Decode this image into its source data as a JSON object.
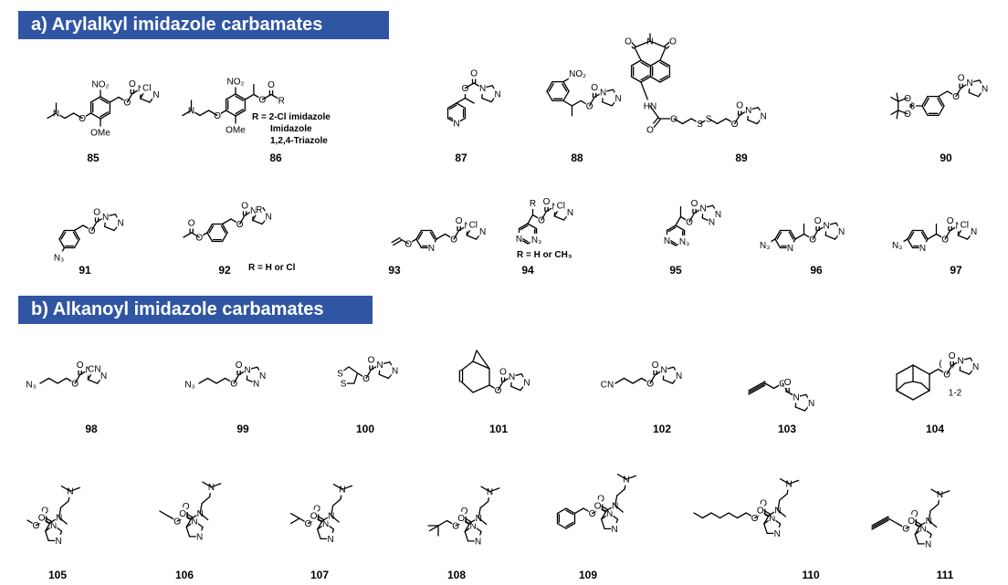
{
  "sections": [
    {
      "id": "a",
      "title": "a) Arylalkyl imidazole carbamates"
    },
    {
      "id": "b",
      "title": "b)  Alkanoyl imidazole carbamates"
    }
  ],
  "compounds": [
    {
      "label": "85"
    },
    {
      "label": "86"
    },
    {
      "label": "87"
    },
    {
      "label": "88"
    },
    {
      "label": "89"
    },
    {
      "label": "90"
    },
    {
      "label": "91"
    },
    {
      "label": "92"
    },
    {
      "label": "93"
    },
    {
      "label": "94"
    },
    {
      "label": "95"
    },
    {
      "label": "96"
    },
    {
      "label": "97"
    },
    {
      "label": "98"
    },
    {
      "label": "99"
    },
    {
      "label": "100"
    },
    {
      "label": "101"
    },
    {
      "label": "102"
    },
    {
      "label": "103"
    },
    {
      "label": "104"
    },
    {
      "label": "105"
    },
    {
      "label": "106"
    },
    {
      "label": "107"
    },
    {
      "label": "108"
    },
    {
      "label": "109"
    },
    {
      "label": "110"
    },
    {
      "label": "111"
    }
  ],
  "notes": {
    "r86_line1": "R =  2-Cl imidazole",
    "r86_line2": "Imidazole",
    "r86_line3": "1,2,4-Triazole",
    "r92": "R =  H or Cl",
    "r94": "R =  H or CH₃"
  },
  "atoms": {
    "N": "N",
    "O": "O",
    "Cl": "Cl",
    "S": "S",
    "B": "B",
    "R": "R",
    "NO2": "NO₂",
    "OMe": "OMe",
    "N3": "N₃",
    "CN": "CN",
    "sub12": "1-2"
  }
}
